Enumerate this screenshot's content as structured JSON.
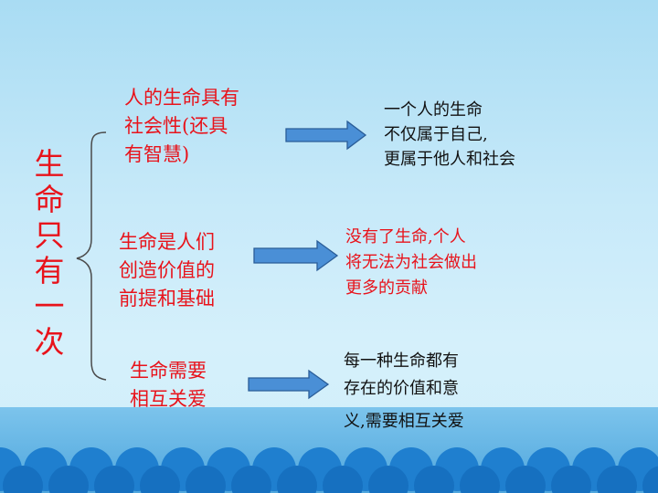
{
  "title_chars": [
    "生",
    "命",
    "只",
    "有",
    "一",
    "次"
  ],
  "branches": [
    {
      "left_lines": [
        "人的生命具有",
        "社会性(还具",
        "有智慧)"
      ],
      "right_lines": [
        "一个人的生命",
        "不仅属于自己,",
        "更属于他人和社会"
      ]
    },
    {
      "left_lines": [
        "生命是人们",
        "创造价值的",
        "前提和基础"
      ],
      "right_lines": [
        "没有了生命,个人",
        "将无法为社会做出",
        "更多的贡献"
      ]
    },
    {
      "left_lines": [
        "生命需要",
        "相互关爱"
      ],
      "right_lines": [
        "每一种生命都有",
        "存在的价值和意",
        "义,需要相互关爱"
      ]
    }
  ],
  "colors": {
    "accent_red": "#e8131b",
    "text_black": "#111111",
    "arrow_fill": "#4a8fd6",
    "arrow_stroke": "#2a5d98",
    "sky_top": "#a9dcf3",
    "band_blue": "#4fa6dd",
    "wave_blue": "#1f7fcf"
  }
}
